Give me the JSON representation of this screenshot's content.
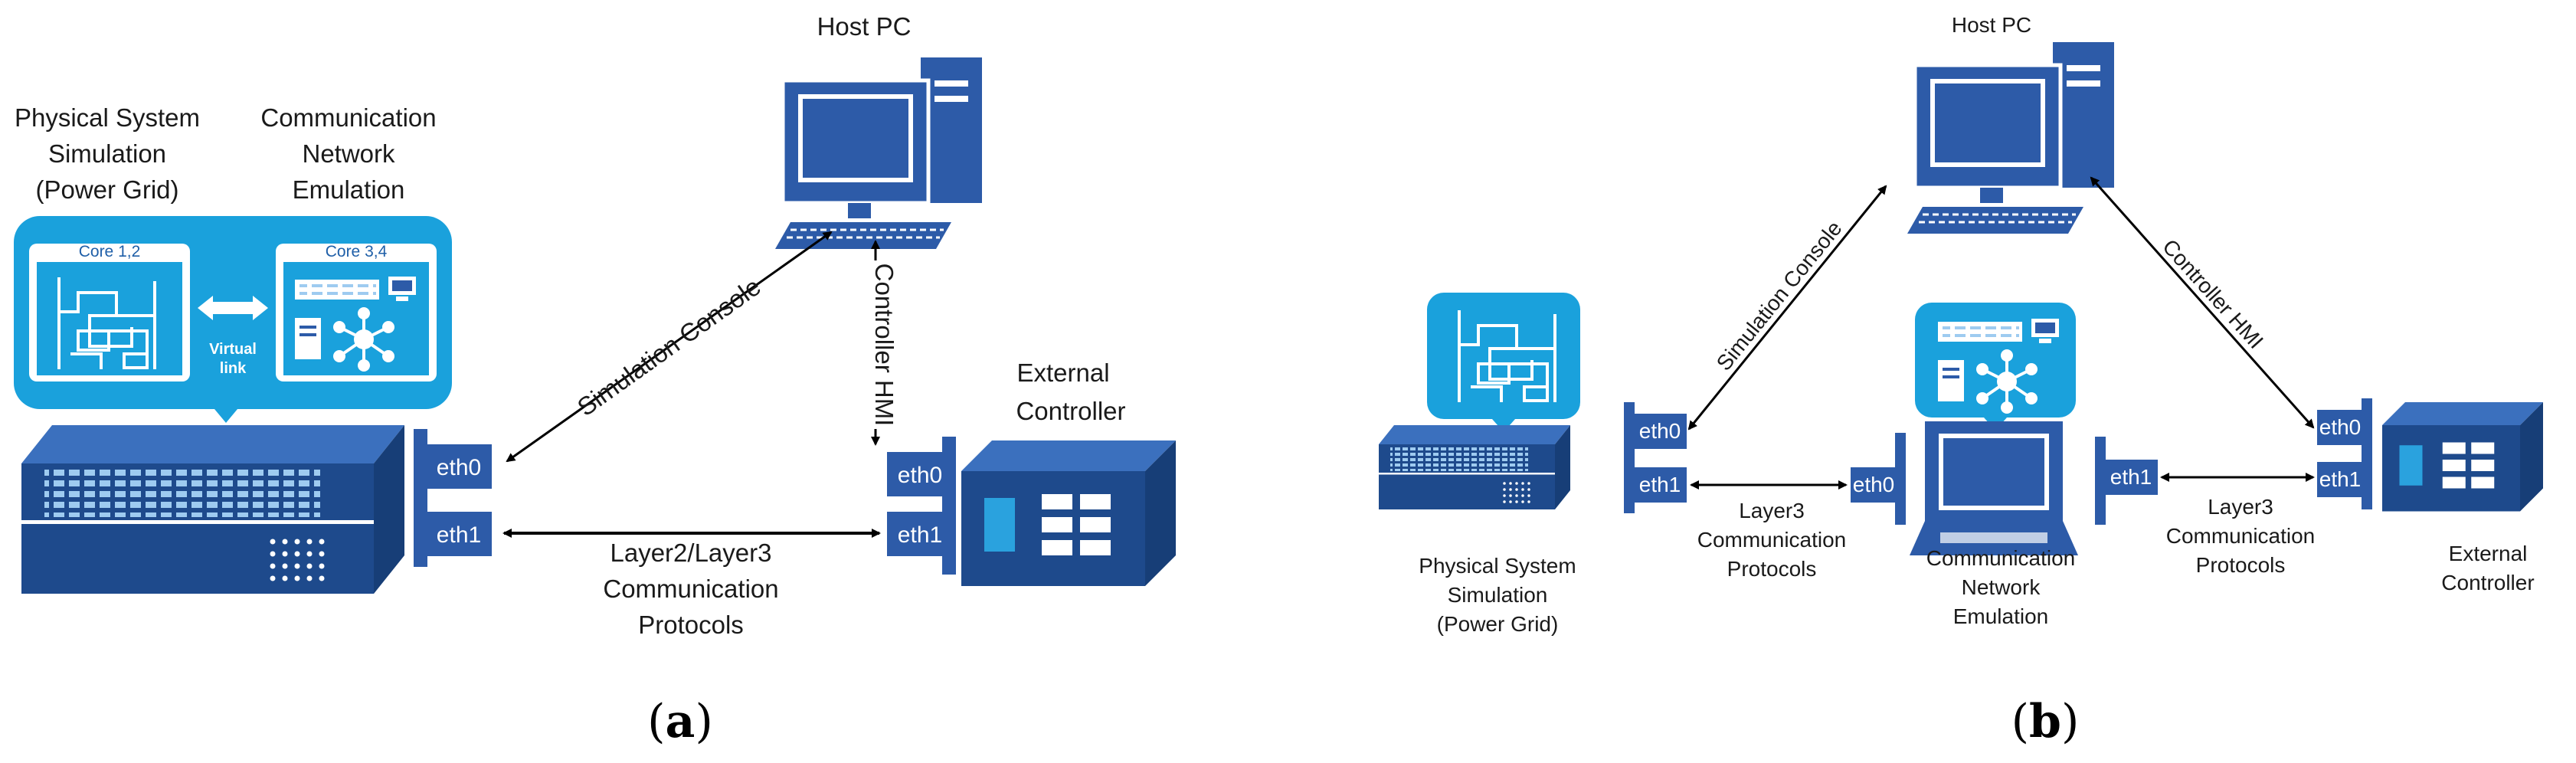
{
  "panel_a": {
    "host_pc": "Host PC",
    "physical_sim": [
      "Physical System",
      "Simulation",
      "(Power Grid)"
    ],
    "network_emu": [
      "Communication",
      "Network",
      "Emulation"
    ],
    "core_left": "Core 1,2",
    "core_right": "Core 3,4",
    "virtual_link": [
      "Virtual",
      "link"
    ],
    "eth0": "eth0",
    "eth1": "eth1",
    "controller": [
      "External",
      "Controller"
    ],
    "sim_console": "Simulation Console",
    "controller_hmi": "Controller HMI",
    "layer_protocols": [
      "Layer2/Layer3",
      "Communication",
      "Protocols"
    ]
  },
  "panel_b": {
    "host_pc": "Host PC",
    "physical_sim": [
      "Physical System",
      "Simulation",
      "(Power Grid)"
    ],
    "network_emu": [
      "Communication",
      "Network",
      "Emulation"
    ],
    "eth0": "eth0",
    "eth1": "eth1",
    "controller": [
      "External",
      "Controller"
    ],
    "sim_console": "Simulation Console",
    "controller_hmi": "Controller HMI",
    "layer3_protocols": [
      "Layer3",
      "Communication",
      "Protocols"
    ]
  },
  "captions": {
    "a": {
      "open": "(",
      "letter": "a",
      "close": ")"
    },
    "b": {
      "open": "(",
      "letter": "b",
      "close": ")"
    }
  },
  "colors": {
    "device_blue": "#2d5ba8",
    "bubble_cyan": "#1aa1dc",
    "dark_navy": "#1e4a8c"
  }
}
